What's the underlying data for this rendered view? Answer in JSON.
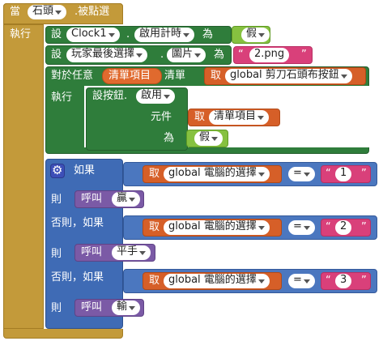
{
  "event_block": {
    "when": "當",
    "component": "石頭",
    "event": ".被點選",
    "do": "執行"
  },
  "set1": {
    "set": "設",
    "component": "Clock1",
    "dot": ".",
    "property": "啟用計時",
    "to": "為",
    "value": "假"
  },
  "set2": {
    "set": "設",
    "component": "玩家最後選擇",
    "dot": ".",
    "property": "圖片",
    "to": "為",
    "value": "2.png"
  },
  "foreach": {
    "label": "對於任意",
    "var": "清單項目",
    "list_label": "清單",
    "get": "取",
    "global_var": "global 剪刀石頭布按鈕",
    "do": "執行"
  },
  "set_generic": {
    "label": "設按鈕.",
    "property": "啟用",
    "component_label": "元件",
    "get": "取",
    "var": "清單項目",
    "to": "為",
    "value": "假"
  },
  "if_block": {
    "if": "如果",
    "then": "則",
    "elseif": "否則，如果",
    "get": "取",
    "global_var": "global 電腦的選擇",
    "op": "=",
    "call": "呼叫",
    "conditions": [
      "1",
      "2",
      "3"
    ],
    "procs": [
      "贏",
      "平手",
      "輸"
    ]
  },
  "colors": {
    "event": "#c39a3a",
    "component_set": "#2f7d3b",
    "logic": "#86c140",
    "variable": "#e06a2e",
    "control": "#3f6bb5",
    "text": "#d9407a",
    "procedure": "#7b5aa6"
  }
}
